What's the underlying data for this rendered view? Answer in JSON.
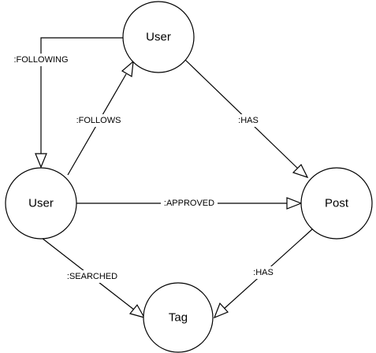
{
  "nodes": [
    {
      "id": "user_top",
      "label": "User"
    },
    {
      "id": "user_left",
      "label": "User"
    },
    {
      "id": "post",
      "label": "Post"
    },
    {
      "id": "tag",
      "label": "Tag"
    }
  ],
  "edges": [
    {
      "id": "following",
      "from": "user_top",
      "to": "user_left",
      "label": ":FOLLOWING"
    },
    {
      "id": "follows",
      "from": "user_left",
      "to": "user_top",
      "label": ":FOLLOWS"
    },
    {
      "id": "has_user_post",
      "from": "user_top",
      "to": "post",
      "label": ":HAS"
    },
    {
      "id": "approved",
      "from": "user_left",
      "to": "post",
      "label": ":APPROVED"
    },
    {
      "id": "searched",
      "from": "user_left",
      "to": "tag",
      "label": ":SEARCHED"
    },
    {
      "id": "has_post_tag",
      "from": "post",
      "to": "tag",
      "label": ":HAS"
    }
  ]
}
